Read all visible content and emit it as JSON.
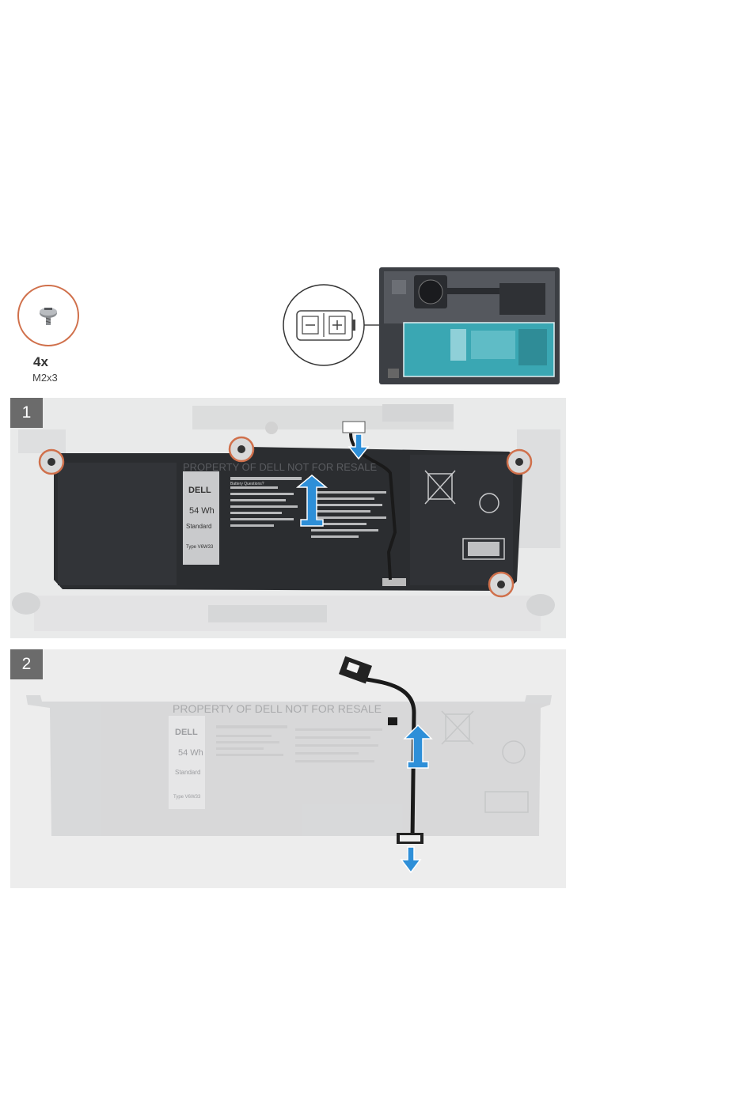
{
  "screw": {
    "quantity": "4x",
    "size": "M2x3"
  },
  "steps": [
    {
      "number": "1"
    },
    {
      "number": "2"
    }
  ],
  "battery_label": {
    "property_text": "PROPERTY OF DELL NOT FOR RESALE",
    "brand": "DELL",
    "capacity": "54 Wh",
    "type_label": "Standard",
    "type_code": "Type V6W33",
    "questions": "Battery Questions?"
  },
  "colors": {
    "screw_highlight": "#d0704b",
    "arrow": "#2e8fd8",
    "battery": "#2b2d30",
    "panel_bg": "#ededed",
    "step_badge": "#6b6b6b",
    "battery_highlight": "#3aa7b3"
  }
}
